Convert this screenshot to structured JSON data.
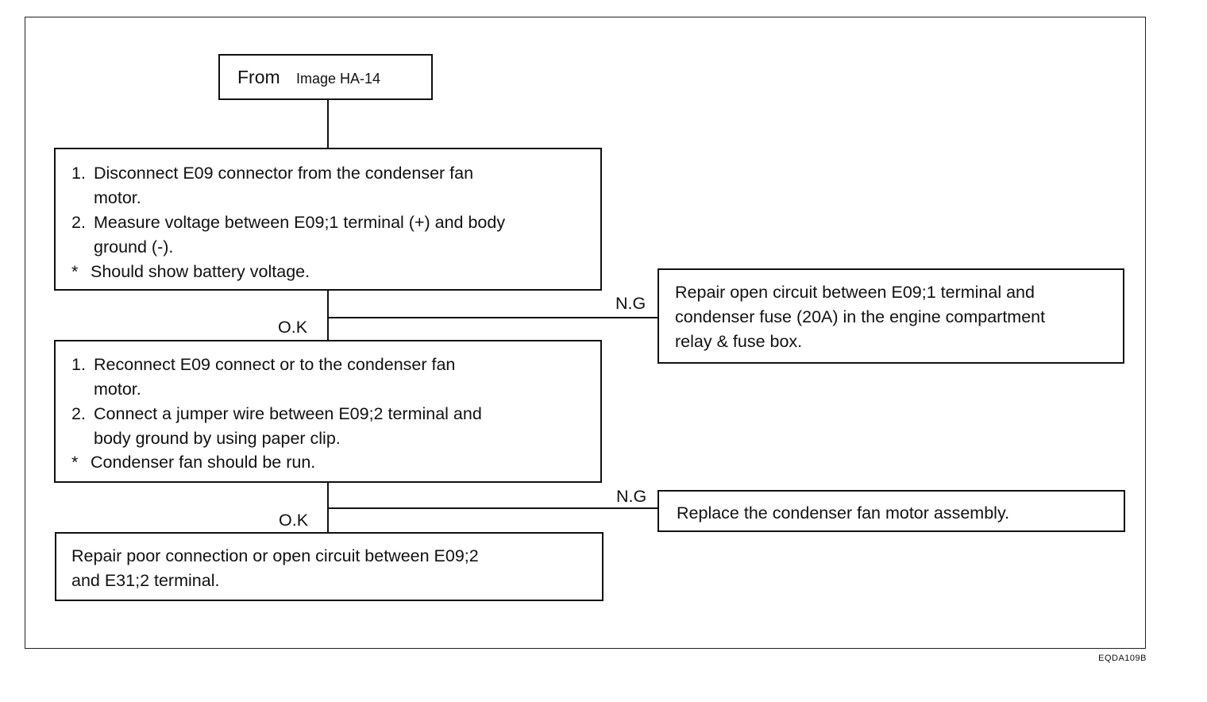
{
  "start": {
    "from_label": "From",
    "reference": "Image HA-14"
  },
  "step1": {
    "items": [
      {
        "num": "1.",
        "lines": [
          "Disconnect E09 connector from the condenser fan",
          "motor."
        ]
      },
      {
        "num": "2.",
        "lines": [
          "Measure voltage between E09;1 terminal (+) and body",
          "ground (-)."
        ]
      }
    ],
    "note_mark": "*",
    "note": "Should show battery voltage."
  },
  "step1_ng": {
    "label": "N.G",
    "lines": [
      "Repair open circuit between E09;1 terminal and",
      "condenser fuse (20A) in the engine compartment",
      "relay & fuse box."
    ]
  },
  "step1_ok": {
    "label": "O.K"
  },
  "step2": {
    "items": [
      {
        "num": "1.",
        "lines": [
          "Reconnect E09 connect or to the condenser fan",
          "motor."
        ]
      },
      {
        "num": "2.",
        "lines": [
          "Connect a jumper wire between E09;2 terminal and",
          "body ground by using paper clip."
        ]
      }
    ],
    "note_mark": "*",
    "note": "Condenser fan should be run."
  },
  "step2_ng": {
    "label": "N.G",
    "lines": [
      "Replace the condenser fan motor assembly."
    ]
  },
  "step2_ok": {
    "label": "O.K"
  },
  "final": {
    "lines": [
      "Repair poor connection or open circuit between E09;2",
      "and E31;2 terminal."
    ]
  },
  "figure_code": "EQDA109B"
}
